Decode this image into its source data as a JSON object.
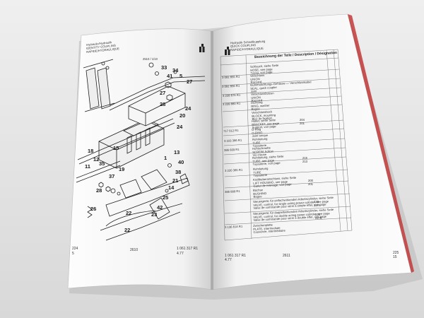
{
  "left_page": {
    "header_line1": "Hydraulic/Hydraulik",
    "header_line2": "IDENTITY COUPLING",
    "header_line3": "RAPIDE/HYDRAULIQUE",
    "diagram_caption": "2510 / 1/10",
    "callouts": [
      "33",
      "34",
      "41",
      "5",
      "27",
      "27",
      "28",
      "24",
      "20",
      "24",
      "13",
      "1",
      "15",
      "18",
      "12",
      "35",
      "11",
      "19",
      "37",
      "40",
      "38",
      "21",
      "14",
      "28",
      "26",
      "22",
      "22",
      "25",
      "42",
      "23"
    ],
    "footer_page": "224",
    "footer_sub": "5",
    "footer_center": "2610",
    "footer_ref": "1 061 317 R1",
    "footer_date": "4.77"
  },
  "right_page": {
    "header_line1": "Hydraulik Schnellkupplung",
    "header_line2": "QUICK COUPLING",
    "header_line3": "RAPIDE/HYDRAULIQUE",
    "col_desc": "Bezeichnung der Teile / Description / Désignation",
    "rows": [
      {
        "part": "",
        "desc": "Schlauch, siehe Seite",
        "desc2": "HOSE, see page",
        "desc3": "Tuyau, voir page"
      },
      {
        "part": "3 091 855 R1",
        "desc": "Verschluss",
        "desc2": "UNION",
        "desc3": "Raccord"
      },
      {
        "part": "3 091 856 R1",
        "desc": "Gummidichtungs-Gehäuse — Verschlusskabel",
        "desc2": "SEAL, quick coupler",
        "desc3": "Joint"
      },
      {
        "part": "3 228 876 R1",
        "desc": "Verschlussbolzen",
        "desc2": "UNION",
        "desc3": "Raccord"
      },
      {
        "part": "3 228 880 R1",
        "desc": "Dichtring",
        "desc2": "RING, washer",
        "desc3": "Bague"
      },
      {
        "part": "",
        "desc": "Verschlussbock",
        "desc2": "BLOCK, mounting",
        "desc3": "Bloc de fixation"
      },
      {
        "part": "",
        "desc": "Halter, siehe Seite",
        "desc2": "BRACKET, see page",
        "desc3": "Support, voir page"
      },
      {
        "part": "717 012 R1",
        "desc": "O-Ring",
        "desc2": "O-RING",
        "desc3": "Joint torique"
      },
      {
        "part": "3 223 386 R1",
        "desc": "Rohrleitung",
        "desc2": "TUBE",
        "desc3": "Tuyauterie"
      },
      {
        "part": "386 669 R1",
        "desc": "Hohlschraube",
        "desc2": "SCREW, hollow",
        "desc3": "Vis creuse"
      },
      {
        "part": "",
        "desc": "Rohrleitung, siehe Seite",
        "desc2": "TUBE, see page",
        "desc3": "Tuyauterie, voir page"
      },
      {
        "part": "3 220 385 R1",
        "desc": "Rohrleitung",
        "desc2": "TUBE",
        "desc3": "Tuyauterie"
      },
      {
        "part": "",
        "desc": "Kraftheberanschluss, siehe Seite",
        "desc2": "LIFT HOUSING, see page",
        "desc3": "Carter de relevage, voir page"
      },
      {
        "part": "386 889 R1",
        "desc": "Büchse",
        "desc2": "BUSHING",
        "desc3": "Bague"
      },
      {
        "part": "",
        "desc": "Steuergerät, für einfachwirkenden Arbeitszylinder, siehe Seite",
        "desc2": "VALVE, control, for single acting power cylinder, see page",
        "desc3": "Valve de commande pour vérin à simple effet, voir page"
      },
      {
        "part": "",
        "desc": "Steuergerät, für doppeltwirkenden Arbeitszylinder, siehe Seite",
        "desc2": "VALVE, control, for double acting power cylinder, see page",
        "desc3": "Valve de commande pour vérin à double effet, voir page"
      },
      {
        "part": "3 136 814 R1",
        "desc": "Zwischenplatte",
        "desc2": "PLATE, intermediate",
        "desc3": "Couvercle, intermédiaire"
      }
    ],
    "refs": [
      "204",
      "201",
      "215",
      "213",
      "200",
      "201",
      "228",
      "227A",
      "226",
      "227B"
    ],
    "footer_ref": "1 061 317 R1",
    "footer_date": "4.77",
    "footer_center": "2611",
    "footer_page": "225",
    "footer_sub": "15"
  },
  "colors": {
    "background": "#e6e6e6",
    "paper": "#fbfbfb",
    "ink": "#1a1a1a"
  }
}
